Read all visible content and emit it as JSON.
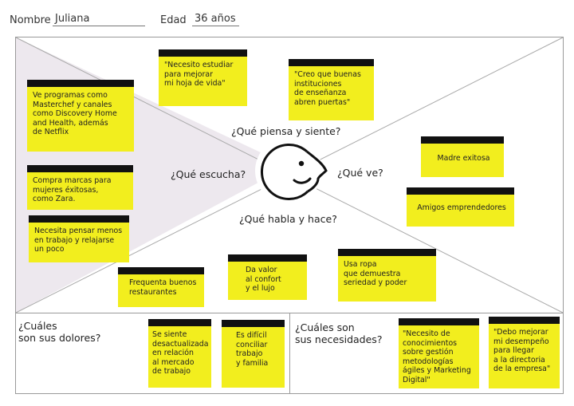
{
  "header": {
    "name_label": "Nombre",
    "name_value": "Juliana",
    "age_label": "Edad",
    "age_value": "36 años"
  },
  "map": {
    "q_piensa": "¿Qué piensa y siente?",
    "q_escucha": "¿Qué escucha?",
    "q_ve": "¿Qué ve?",
    "q_habla": "¿Qué habla y hace?"
  },
  "notes": {
    "estudiar": "\"Necesito estudiar\npara mejorar\nmi hoja de vida\"",
    "instituciones": "\"Creo que buenas\ninstituciones\nde enseñanza\nabren puertas\"",
    "programas": "Ve programas como\nMasterchef y canales\ncomo Discovery Home\nand Health, además\nde Netflix",
    "marcas": "Compra marcas para\nmujeres éxitosas,\ncomo Zara.",
    "pensar": "Necesita pensar menos\nen trabajo y relajarse\nun poco",
    "restaurantes": "Frequenta buenos\nrestaurantes",
    "confort": "Da valor\nal confort\ny el lujo",
    "ropa": "Usa ropa\nque demuestra\nseriedad y poder",
    "madre": "Madre exitosa",
    "amigos": "Amigos emprendedores",
    "desactualizada": "Se siente\ndesactualizada\nen relación\nal mercado\nde trabajo",
    "conciliar": "Es difícil\nconciliar\ntrabajo\ny familia",
    "conocimientos": "\"Necesito de\nconocimientos\nsobre gestión\nmetodologías\nágiles y Marketing\nDigital\"",
    "desempeno": "\"Debo mejorar\nmi desempeño\npara llegar\na la directoria\nde la empresa\""
  },
  "bottom": {
    "dolores": "¿Cuáles\nson sus dolores?",
    "necesidades": "¿Cuáles son\nsus necesidades?"
  },
  "colors": {
    "note_yellow": "#f2ee1e",
    "note_band": "#111111",
    "frame": "#9a9a9a"
  }
}
